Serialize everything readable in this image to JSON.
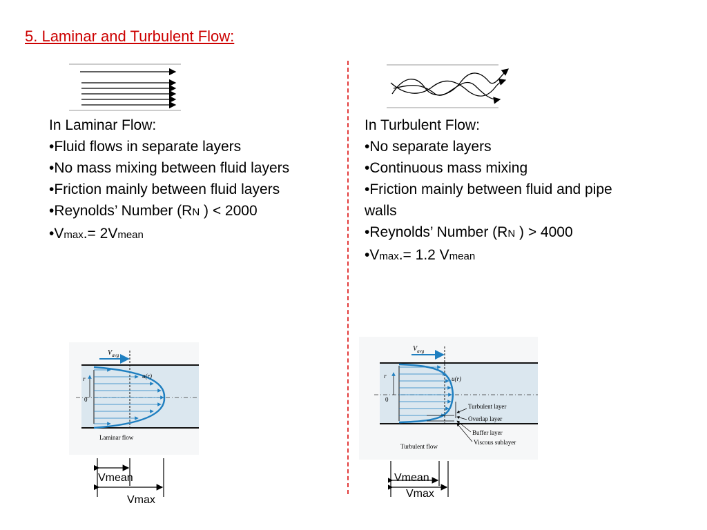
{
  "slide": {
    "title": "5. Laminar  and Turbulent  Flow:"
  },
  "laminar": {
    "heading": "In Laminar Flow:",
    "bullets": [
      "•Fluid flows in separate layers",
      "•No mass mixing between fluid layers",
      "•Friction mainly between fluid layers"
    ],
    "reynolds_prefix": "•Reynolds’ Number (R",
    "reynolds_sub": "N",
    "reynolds_suffix": " )  <  2000",
    "vmax_bullet": "•V",
    "vmax_sub": "max",
    "vmax_mid": ".= 2V",
    "vmax_mean_sub": "mean",
    "figure": {
      "vavg_label": "V",
      "vavg_sub": "avg",
      "u_label": "u(r)",
      "r_label": "r",
      "zero_label": "0",
      "caption": "Laminar flow"
    },
    "vmean_label": "Vmean",
    "vmax_label": "Vmax"
  },
  "turbulent": {
    "heading": "In Turbulent  Flow:",
    "bullets": [
      "•No separate layers",
      "•Continuous  mass mixing",
      "•Friction mainly between fluid and pipe",
      "walls"
    ],
    "reynolds_prefix": "•Reynolds’ Number (R",
    "reynolds_sub": "N",
    "reynolds_suffix": " )  >  4000",
    "vmax_bullet": "•V",
    "vmax_sub": "max",
    "vmax_mid": ".= 1.2 V",
    "vmax_mean_sub": "mean",
    "figure": {
      "vavg_label": "V",
      "vavg_sub": "avg",
      "u_label": "u(r)",
      "r_label": "r",
      "zero_label": "0",
      "caption": "Turbulent flow",
      "layers": [
        "Turbulent layer",
        "Overlap layer",
        "Buffer layer",
        "Viscous sublayer"
      ]
    },
    "vmean_label": "Vmean",
    "vmax_label": "Vmax"
  },
  "colors": {
    "title": "#cc0000",
    "divider": "#e23a3a",
    "pipe_fill": "#dbe7ef",
    "profile": "#1f7fc0"
  }
}
